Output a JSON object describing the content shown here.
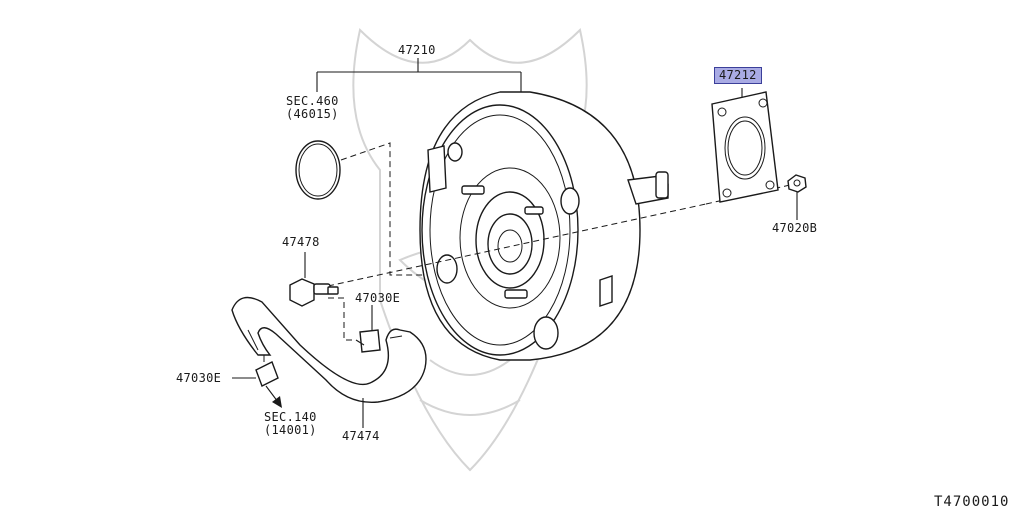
{
  "diagram": {
    "labels": {
      "booster": "47210",
      "gasket": "47212",
      "nut": "47020B",
      "check_valve": "47478",
      "clamp_upper": "47030E",
      "clamp_lower": "47030E",
      "hose": "47474",
      "sec460_line1": "SEC.460",
      "sec460_line2": "(46015)",
      "sec140_line1": "SEC.140",
      "sec140_line2": "(14001)"
    },
    "code": "T4700010",
    "colors": {
      "highlight": "#a9abe4",
      "highlight_border": "#3b3f9a",
      "line": "#1a1a1a",
      "watermark": "#d4d4d4"
    }
  }
}
